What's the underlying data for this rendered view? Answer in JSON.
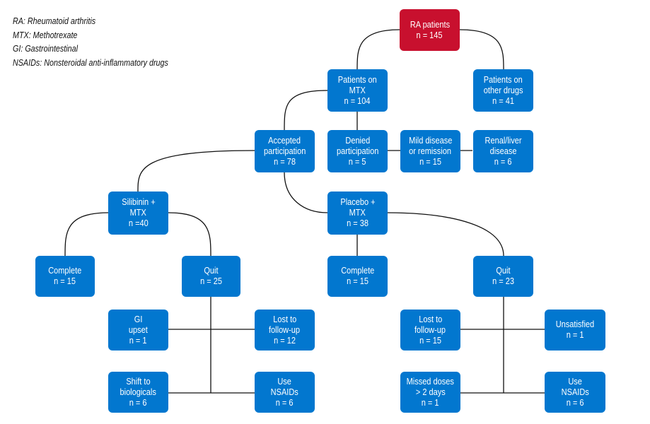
{
  "legend": [
    "RA: Rheumatoid arthritis",
    "MTX: Methotrexate",
    "GI: Gastrointestinal",
    "NSAIDs: Nonsteroidal anti-inflammatory drugs"
  ],
  "nodes": {
    "ra_patients": [
      "RA patients",
      "n = 145"
    ],
    "patients_on_mtx": [
      "Patients on",
      "MTX",
      "n = 104"
    ],
    "patients_other_drugs": [
      "Patients on",
      "other drugs",
      "n = 41"
    ],
    "accepted": [
      "Accepted",
      "participation",
      "n = 78"
    ],
    "denied": [
      "Denied",
      "participation",
      "n = 5"
    ],
    "mild_disease": [
      "Mild disease",
      "or remission",
      "n = 15"
    ],
    "renal_liver": [
      "Renal/liver",
      "disease",
      "n = 6"
    ],
    "silibinin": [
      "Silibinin +",
      "MTX",
      "n =40"
    ],
    "placebo": [
      "Placebo +",
      "MTX",
      "n = 38"
    ],
    "complete_sil": [
      "Complete",
      "n = 15"
    ],
    "quit_sil": [
      "Quit",
      "n = 25"
    ],
    "complete_pla": [
      "Complete",
      "n = 15"
    ],
    "quit_pla": [
      "Quit",
      "n = 23"
    ],
    "gi_upset": [
      "GI",
      "upset",
      "n = 1"
    ],
    "lost_sil": [
      "Lost to",
      "follow-up",
      "n = 12"
    ],
    "shift_bio": [
      "Shift to",
      "biologicals",
      "n = 6"
    ],
    "nsaids_sil": [
      "Use",
      "NSAIDs",
      "n = 6"
    ],
    "lost_pla": [
      "Lost to",
      "follow-up",
      "n = 15"
    ],
    "unsatisfied": [
      "Unsatisfied",
      "n = 1"
    ],
    "missed_doses": [
      "Missed doses",
      "> 2 days",
      "n = 1"
    ],
    "nsaids_pla": [
      "Use",
      "NSAIDs",
      "n = 6"
    ]
  },
  "colors": {
    "root": "#c8102e",
    "node": "#0277cf",
    "line": "#111111"
  }
}
